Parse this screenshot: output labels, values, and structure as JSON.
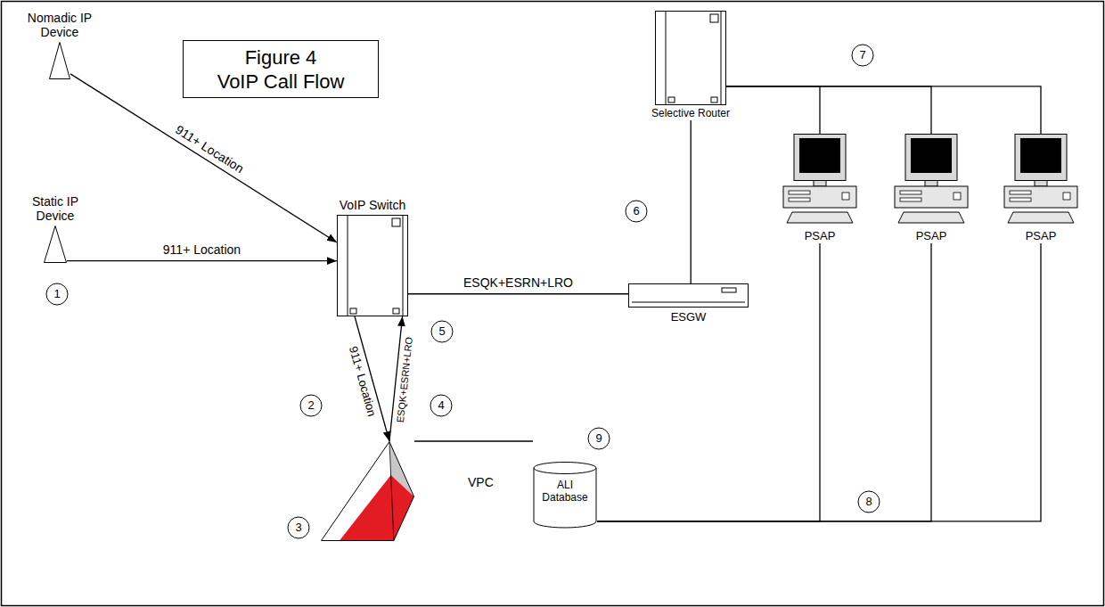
{
  "diagram": {
    "nodes": [
      {
        "text": [
          "Nomadic IP Device"
        ]
      },
      {
        "text": [
          "Figure 4",
          "VoIP Call Flow"
        ]
      },
      {
        "text": [
          "Selective Router"
        ]
      },
      {
        "text": [
          "PSAP"
        ]
      },
      {
        "text": [
          "PSAP"
        ]
      },
      {
        "text": [
          "PSAP"
        ]
      },
      {
        "text": [
          "Static IP Device"
        ]
      },
      {
        "text": [
          "VoIP Switch"
        ]
      },
      {
        "text": [
          "ESGW"
        ]
      },
      {
        "text": [
          "VPC"
        ]
      },
      {
        "text": [
          "ALI Database"
        ]
      }
    ],
    "edges": [
      {
        "from": 0,
        "to": 7,
        "arrow": "to",
        "label": "911+ Location"
      },
      {
        "from": 6,
        "to": 7,
        "arrow": "to",
        "label": "911+ Location"
      },
      {
        "from": 7,
        "to": 9,
        "arrow": "to",
        "label": "911+ Location"
      },
      {
        "from": 9,
        "to": 7,
        "arrow": "to",
        "label": "ESQK+ESRN+LRO"
      },
      {
        "from": 7,
        "to": 8,
        "arrow": "none",
        "label": "ESQK+ESRN+LRO"
      },
      {
        "from": 8,
        "to": 2,
        "arrow": "none"
      },
      {
        "from": 2,
        "to": 3,
        "arrow": "none"
      },
      {
        "from": 2,
        "to": 4,
        "arrow": "none"
      },
      {
        "from": 2,
        "to": 5,
        "arrow": "none"
      },
      {
        "from": 9,
        "to": 10,
        "arrow": "none"
      },
      {
        "from": 10,
        "to": 3,
        "arrow": "none"
      },
      {
        "from": 10,
        "to": 4,
        "arrow": "none"
      },
      {
        "from": 10,
        "to": 5,
        "arrow": "none"
      }
    ],
    "labels": [
      "1",
      "2",
      "3",
      "4",
      "5",
      "6",
      "7",
      "8",
      "9"
    ]
  }
}
